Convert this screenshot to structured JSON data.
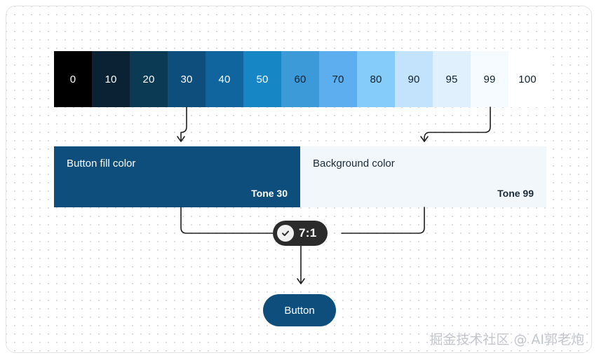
{
  "palette": {
    "name": "tonal-palette",
    "swatches": [
      {
        "tone": "0",
        "color": "#000000",
        "label_color": "#ffffff"
      },
      {
        "tone": "10",
        "color": "#0a2233",
        "label_color": "#ffffff"
      },
      {
        "tone": "20",
        "color": "#0b3a55",
        "label_color": "#ffffff"
      },
      {
        "tone": "30",
        "color": "#0d4e7c",
        "label_color": "#ffffff"
      },
      {
        "tone": "40",
        "color": "#11659e",
        "label_color": "#ffffff"
      },
      {
        "tone": "50",
        "color": "#1686c4",
        "label_color": "#ffffff"
      },
      {
        "tone": "60",
        "color": "#3d9ad8",
        "label_color": "#10222e"
      },
      {
        "tone": "70",
        "color": "#5caeee",
        "label_color": "#10222e"
      },
      {
        "tone": "80",
        "color": "#85ccfb",
        "label_color": "#10222e"
      },
      {
        "tone": "90",
        "color": "#c3e3fc",
        "label_color": "#10222e"
      },
      {
        "tone": "95",
        "color": "#e0f0fd",
        "label_color": "#10222e"
      },
      {
        "tone": "99",
        "color": "#f6fbff",
        "label_color": "#10222e"
      },
      {
        "tone": "100",
        "color": "#ffffff",
        "label_color": "#10222e"
      }
    ]
  },
  "cards": {
    "fill": {
      "title": "Button fill color",
      "tone_label": "Tone 30",
      "color": "#0d4e7c"
    },
    "background": {
      "title": "Background color",
      "tone_label": "Tone 99",
      "color": "#f2f7fb"
    }
  },
  "contrast": {
    "ratio": "7:1",
    "icon": "check-circle-icon",
    "badge_color": "#2b2b2b"
  },
  "result": {
    "button_label": "Button",
    "button_color": "#0d4e7c",
    "button_text_color": "#ffffff"
  },
  "watermark": {
    "text": "掘金技术社区 @ AI郭老炮"
  }
}
